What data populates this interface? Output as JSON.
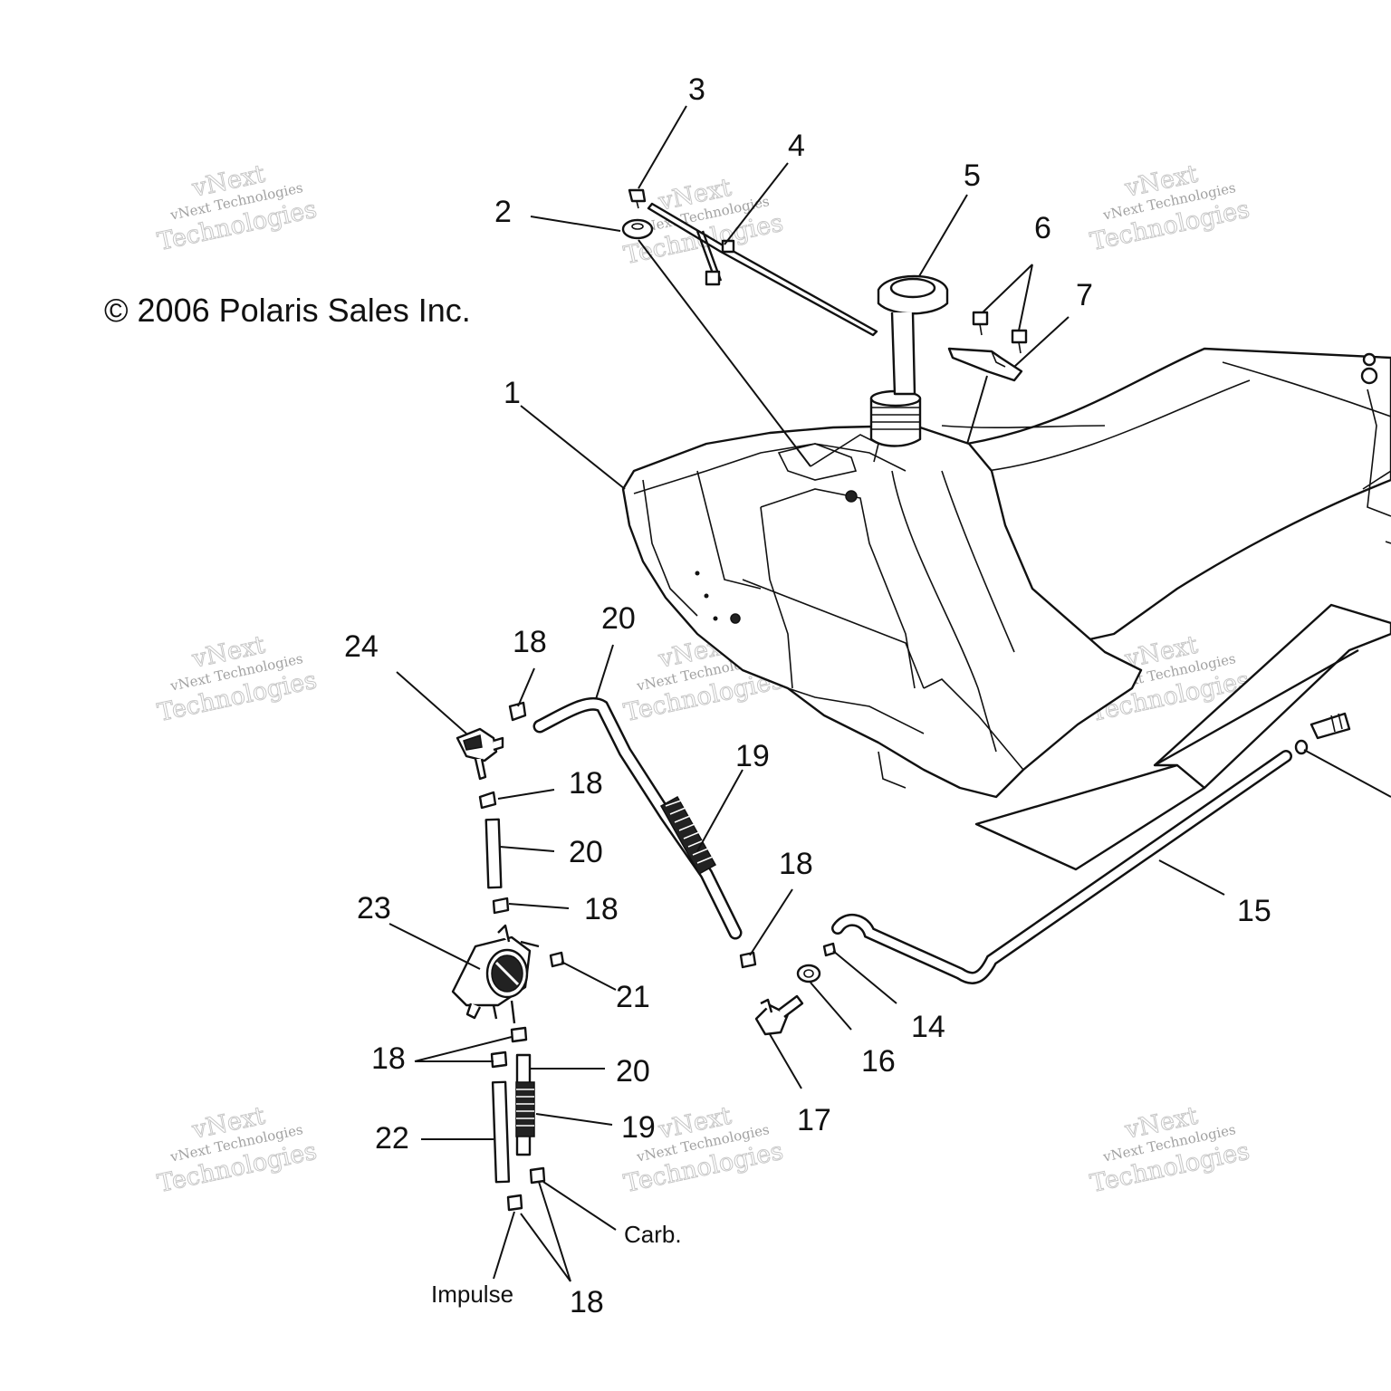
{
  "copyright": "© 2006 Polaris Sales Inc.",
  "watermark": {
    "line1": "vNext",
    "line2": "vNext Technologies",
    "line3": "Technologies"
  },
  "callouts": {
    "c1": "1",
    "c2": "2",
    "c3": "3",
    "c4": "4",
    "c5": "5",
    "c6": "6",
    "c7": "7",
    "c14": "14",
    "c15": "15",
    "c16": "16",
    "c17": "17",
    "c18a": "18",
    "c18b": "18",
    "c18c": "18",
    "c18d": "18",
    "c18e": "18",
    "c18f": "18",
    "c19a": "19",
    "c19b": "19",
    "c20a": "20",
    "c20b": "20",
    "c20c": "20",
    "c21": "21",
    "c22": "22",
    "c23": "23",
    "c24": "24"
  },
  "notes": {
    "carb": "Carb.",
    "impulse": "Impulse"
  }
}
